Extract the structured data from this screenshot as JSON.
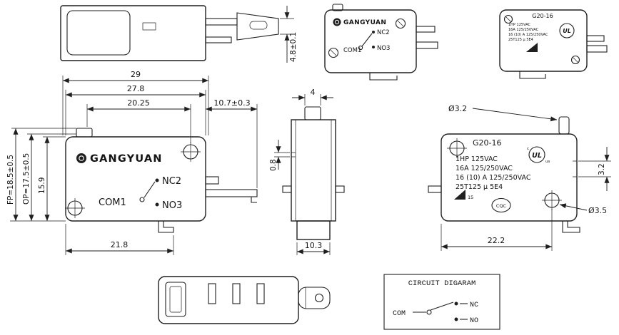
{
  "palette": {
    "line": "#1f1f1f",
    "text": "#141414",
    "background": "#ffffff"
  },
  "top_view": {
    "dim_blade": "4.8±0.1"
  },
  "front_small": {
    "brand": "GANGYUAN",
    "nc": "NC2",
    "com": "COM1",
    "no": "NO3"
  },
  "iso_small": {
    "model": "G20-16",
    "rating1": "1HP 125VAC",
    "rating2": "16A 125/250VAC",
    "rating3": "16 (10) A 125/250VAC",
    "rating4": "25T125 μ 5E4",
    "ul": "UL"
  },
  "front_main": {
    "brand": "GANGYUAN",
    "nc": "NC2",
    "com": "COM1",
    "no": "NO3",
    "dim_width_total": "29",
    "dim_width_body": "27.8",
    "dim_hole_span": "20.25",
    "dim_terminal": "10.7±0.3",
    "dim_fp": "FP=18.5±0.5",
    "dim_op": "OP=17.5±0.5",
    "dim_height": "15.9",
    "dim_bottom": "21.8"
  },
  "side_small": {
    "dim_plunger": "4",
    "dim_step": "0.8",
    "dim_base": "10.3"
  },
  "side_main": {
    "model": "G20-16",
    "rating1": "1HP 125VAC",
    "rating2": "16A 125/250VAC",
    "rating3": "16 (10) A 125/250VAC",
    "rating4": "25T125 μ 5E4",
    "ul": "UL",
    "ul_c": "c",
    "ul_us": "us",
    "cert_num": "15",
    "cqc": "CQC",
    "dim_pin": "Ø3.2",
    "dim_pin_h": "3.2",
    "dim_hole": "Ø3.5",
    "dim_span": "22.2"
  },
  "circuit": {
    "title": "CIRCUIT DIGARAM",
    "com": "COM",
    "nc": "NC",
    "no": "NO"
  }
}
